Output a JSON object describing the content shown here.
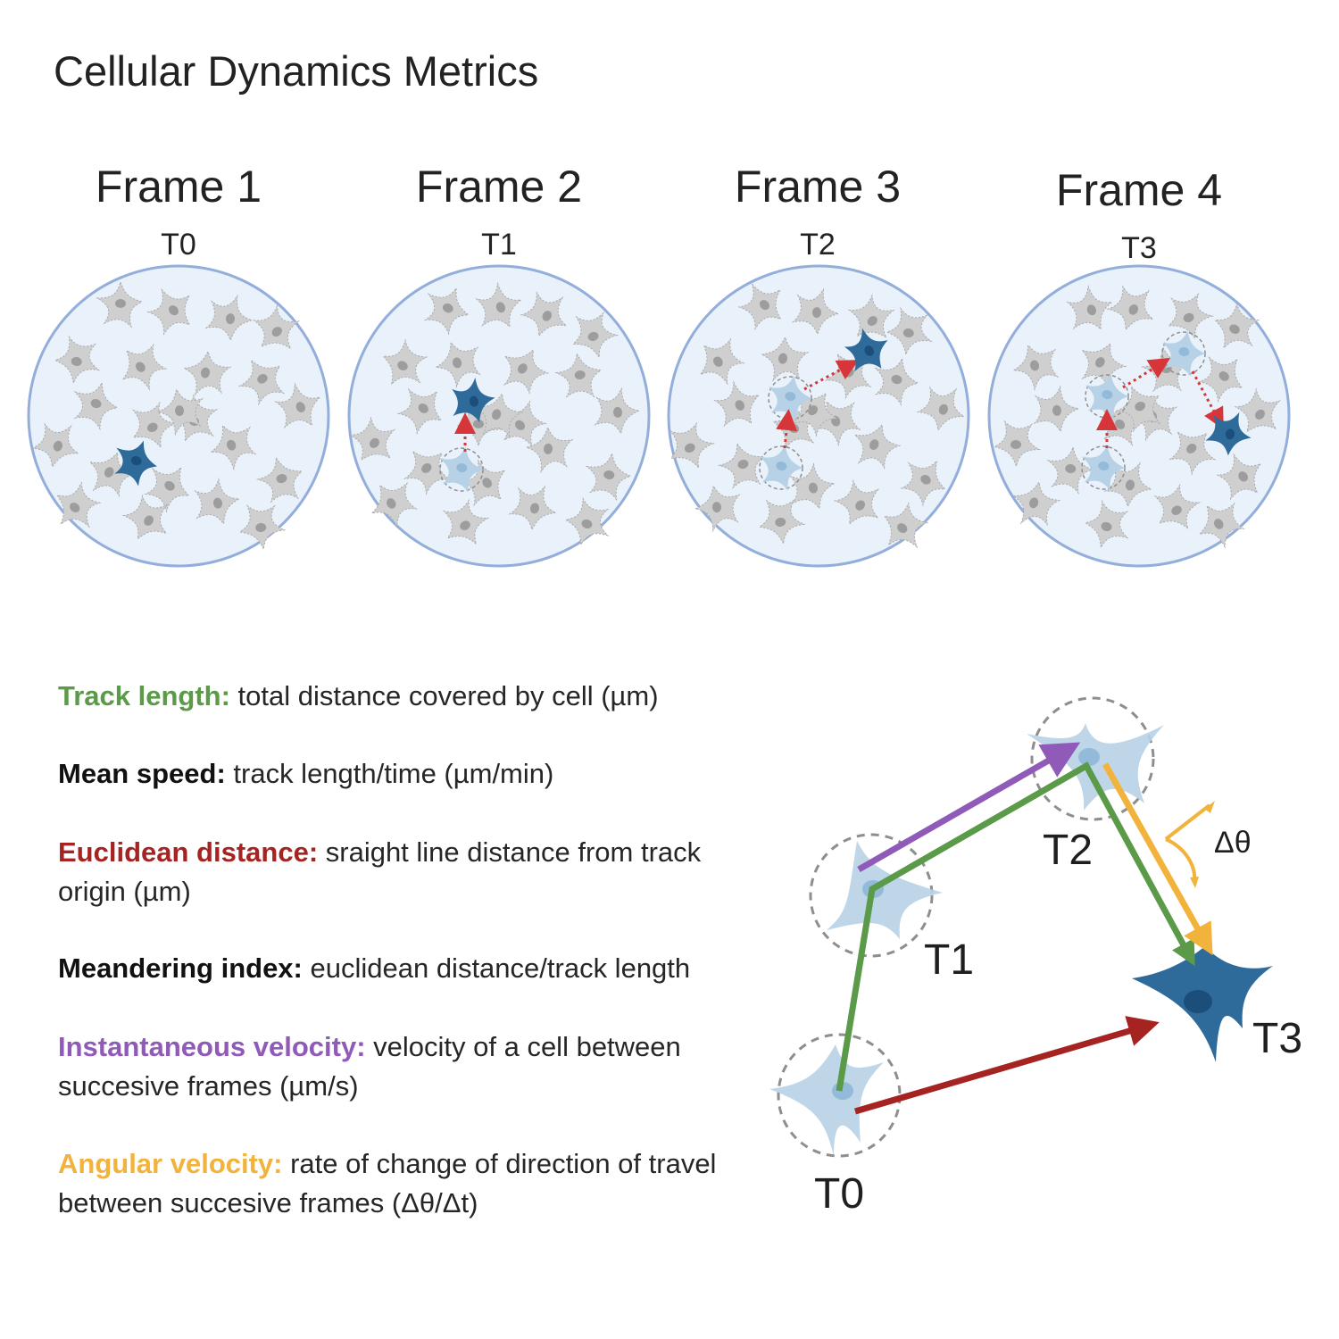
{
  "title": "Cellular Dynamics Metrics",
  "frames": [
    {
      "name": "Frame 1",
      "time": "T0"
    },
    {
      "name": "Frame 2",
      "time": "T1"
    },
    {
      "name": "Frame 3",
      "time": "T2"
    },
    {
      "name": "Frame 4",
      "time": "T3"
    }
  ],
  "metrics": [
    {
      "term": "Track length:",
      "definition": " total distance covered by cell (µm)",
      "color": "#5a9a48"
    },
    {
      "term": "Mean speed:",
      "definition": " track length/time  (µm/min)",
      "color": "#111111"
    },
    {
      "term": "Euclidean distance:",
      "definition": " sraight line distance from track origin (µm)",
      "color": "#a52320"
    },
    {
      "term": "Meandering index:",
      "definition": " euclidean distance/track length",
      "color": "#111111"
    },
    {
      "term": "Instantaneous velocity:",
      "definition": " velocity of a cell between succesive frames (µm/s)",
      "color": "#8f5ab8"
    },
    {
      "term": "Angular velocity:",
      "definition": " rate of change of direction of travel between succesive frames (Δθ/Δt)",
      "color": "#f2b33d"
    }
  ],
  "track": {
    "points": [
      "T0",
      "T1",
      "T2",
      "T3"
    ],
    "angle_label": "Δθ"
  },
  "colors": {
    "dish_fill": "#e9f1fb",
    "dish_stroke": "#93aedb",
    "cell_gray": "#cfcfcf",
    "cell_light_blue": "#b7d2e6",
    "cell_dark_blue": "#2f6b9a",
    "track_green": "#5a9a48",
    "euclid_red": "#a52320",
    "inst_purple": "#8f5ab8",
    "angular_orange": "#f2b33d",
    "path_dotted_red": "#d6363a"
  }
}
